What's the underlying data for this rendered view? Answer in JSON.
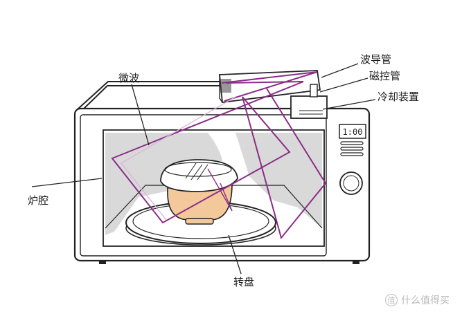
{
  "labels": {
    "microwave": "微波",
    "waveguide": "波导管",
    "magnetron": "磁控管",
    "cooling": "冷却装置",
    "cavity": "炉腔",
    "turntable": "转盘"
  },
  "clock": "1:00",
  "watermark": {
    "icon": "值",
    "text": "什么值得买"
  },
  "colors": {
    "wave": "#8a2d86",
    "outline": "#222222",
    "cavity_shade": "#d9d9d9",
    "food": "#f3c89a"
  }
}
